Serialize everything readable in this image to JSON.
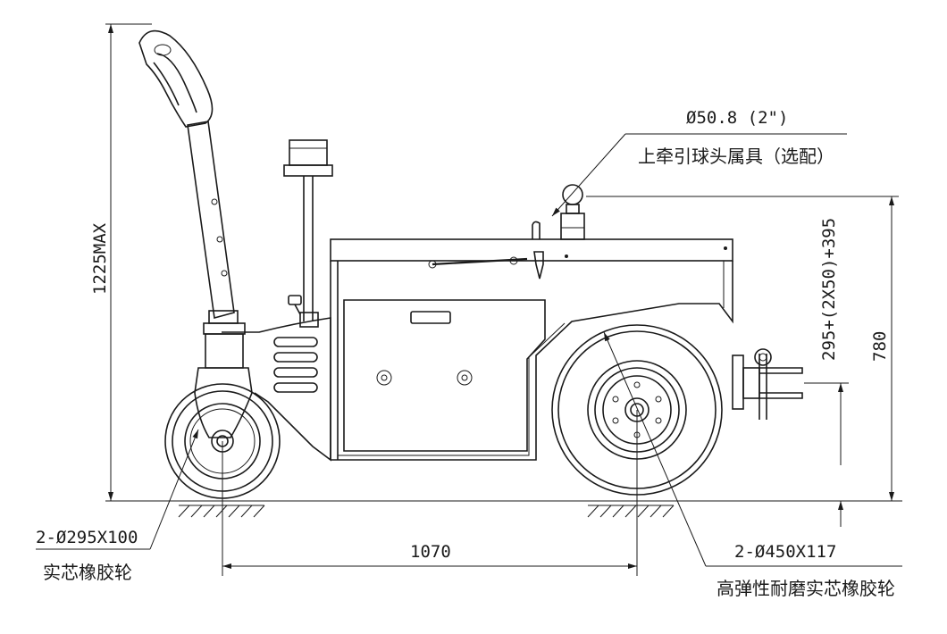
{
  "dimensions": {
    "overall_height": "1225MAX",
    "wheelbase": "1070",
    "hitch_height": "780",
    "pin_height_range": "295+(2X50)+395"
  },
  "callouts": {
    "tow_ball_size": "Ø50.8 (2\")",
    "tow_ball_label": "上牵引球头属具（选配）",
    "front_wheel_size": "2-Ø295X100",
    "front_wheel_label": "实芯橡胶轮",
    "rear_wheel_size": "2-Ø450X117",
    "rear_wheel_label": "高弹性耐磨实芯橡胶轮"
  }
}
